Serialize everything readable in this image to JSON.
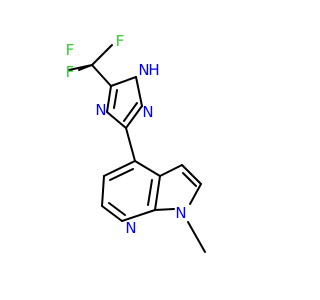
{
  "colors": {
    "background": "#ffffff",
    "bond": "#000000",
    "fluorine": "#33cc33",
    "nitrogen": "#0000ff"
  },
  "atoms": {
    "f_top": "F",
    "f_left": "F",
    "f_bottom": "F",
    "triazole_n1": "N",
    "triazole_n1_h": "H",
    "triazole_n2": "N",
    "triazole_n4": "N",
    "pyridine_n": "N",
    "pyrrole_n": "N"
  }
}
